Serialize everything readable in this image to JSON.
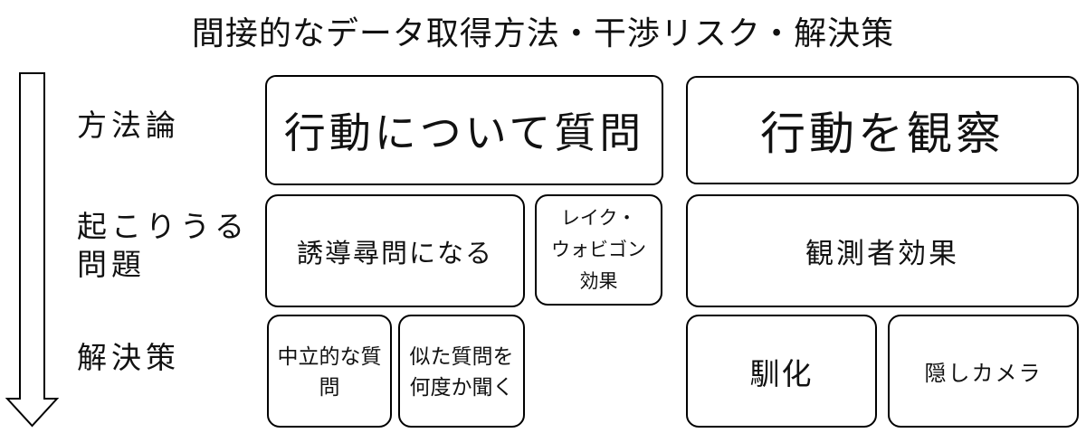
{
  "title": "間接的なデータ取得方法・干渉リスク・解決策",
  "colors": {
    "background": "#ffffff",
    "ink": "#000000"
  },
  "axis": {
    "rows": [
      {
        "id": "methodology",
        "label": "方法論"
      },
      {
        "id": "possible-problems",
        "label": "起こりうる\n問題"
      },
      {
        "id": "solutions",
        "label": "解決策"
      }
    ]
  },
  "arrow": {
    "name": "down-arrow",
    "style": "hollow-outline"
  },
  "columns": [
    {
      "method": "行動について質問",
      "problems": [
        {
          "label": "誘導尋問になる"
        },
        {
          "label": "レイク・\nウォビゴン\n効果"
        }
      ],
      "solutions": [
        {
          "label": "中立的な質\n問"
        },
        {
          "label": "似た質問を\n何度か聞く"
        }
      ]
    },
    {
      "method": "行動を観察",
      "problems": [
        {
          "label": "観測者効果"
        }
      ],
      "solutions": [
        {
          "label": "馴化"
        },
        {
          "label": "隠しカメラ"
        }
      ]
    }
  ]
}
